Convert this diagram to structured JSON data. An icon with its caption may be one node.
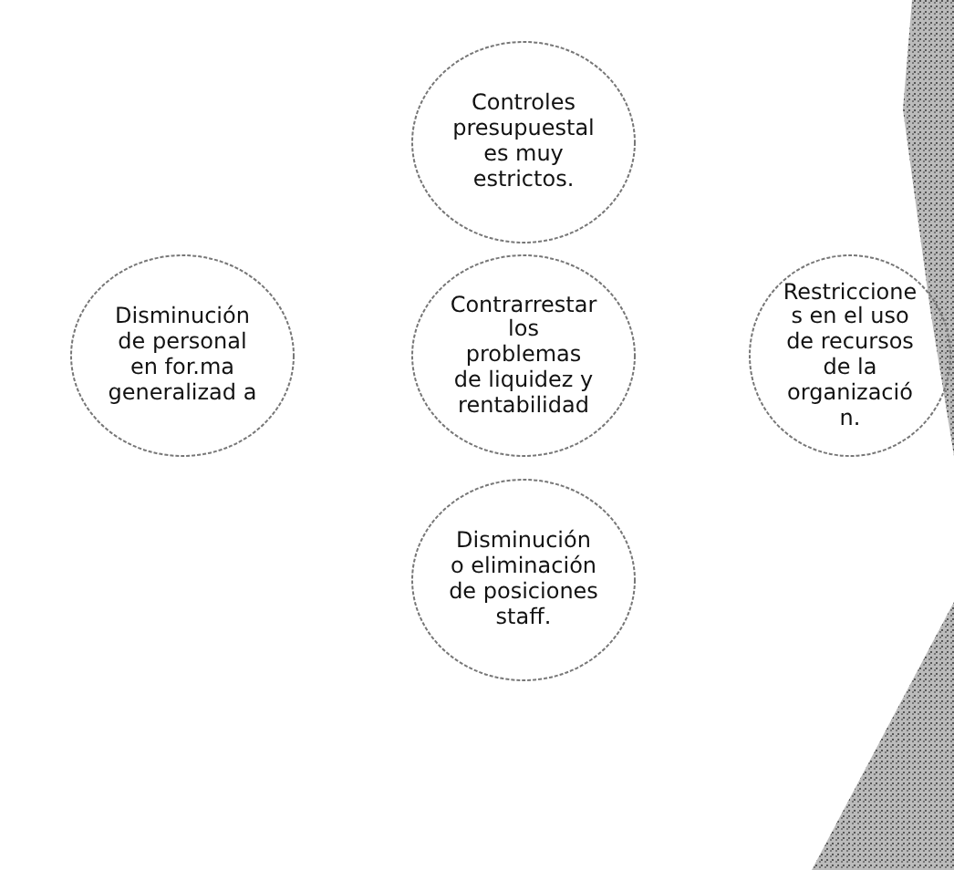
{
  "diagram": {
    "nodes": [
      {
        "text": [
          "Controles presupuestal es muy estrictos."
        ]
      },
      {
        "text": [
          "Disminución de personal en for.ma generalizad a"
        ]
      },
      {
        "text": [
          "Contrarrestar los problemas de liquidez y rentabilidad"
        ]
      },
      {
        "text": [
          "Restriccione s en el uso de recursos de la organizació n."
        ]
      },
      {
        "text": [
          "Disminución o eliminación de posiciones staff."
        ]
      }
    ]
  }
}
